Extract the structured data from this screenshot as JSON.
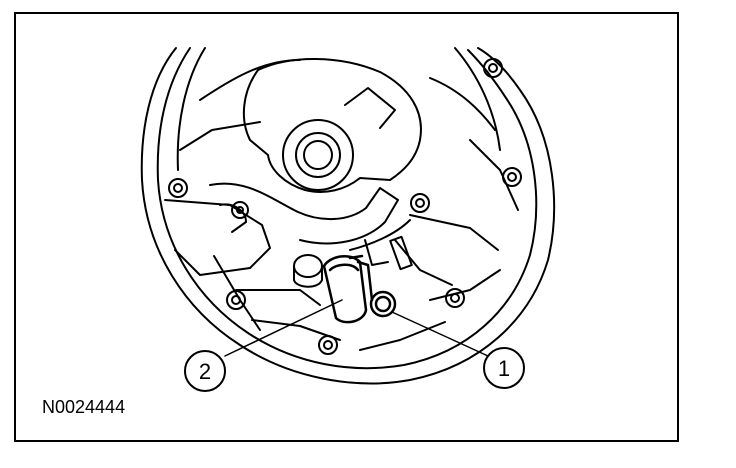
{
  "figure": {
    "id": "N0024444",
    "callouts": [
      {
        "number": "1"
      },
      {
        "number": "2"
      }
    ]
  },
  "colors": {
    "line": "#000000",
    "background": "#ffffff"
  }
}
